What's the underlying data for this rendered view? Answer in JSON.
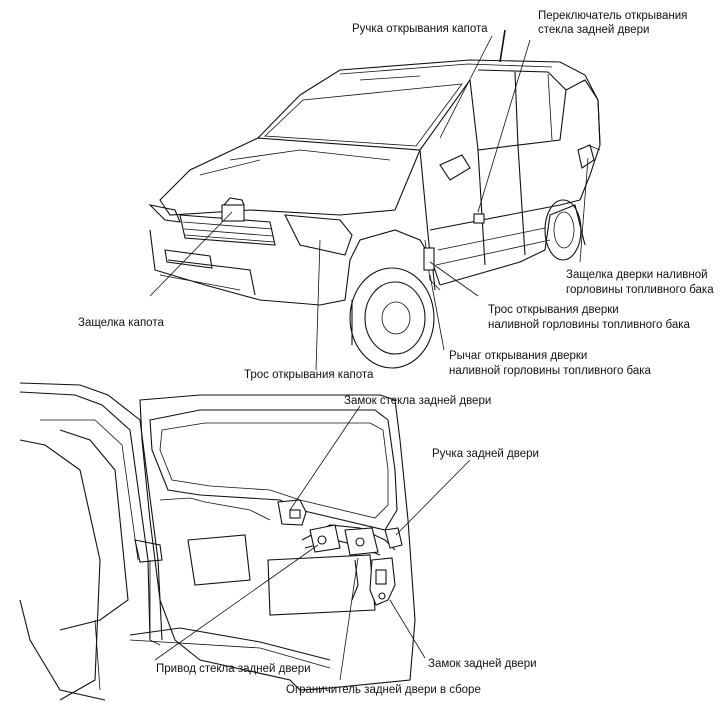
{
  "labels": {
    "hood_handle": "Ручка открывания капота",
    "tailgate_glass_switch_line1": "Переключатель открывания",
    "tailgate_glass_switch_line2": "стекла задней двери",
    "fuel_door_latch_line1": "Защелка дверки наливной",
    "fuel_door_latch_line2": "горловины топливного бака",
    "fuel_door_cable_line1": "Трос открывания дверки",
    "fuel_door_cable_line2": "наливной горловины топливного бака",
    "fuel_door_lever_line1": "Рычаг открывания дверки",
    "fuel_door_lever_line2": "наливной горловины топливного бака",
    "hood_latch": "Защелка капота",
    "hood_cable": "Трос открывания капота",
    "tailgate_glass_lock": "Замок стекла задней двери",
    "tailgate_handle": "Ручка задней двери",
    "tailgate_glass_actuator": "Привод стекла задней двери",
    "tailgate_lock": "Замок задней двери",
    "tailgate_stopper": "Ограничитель задней двери в сборе"
  }
}
